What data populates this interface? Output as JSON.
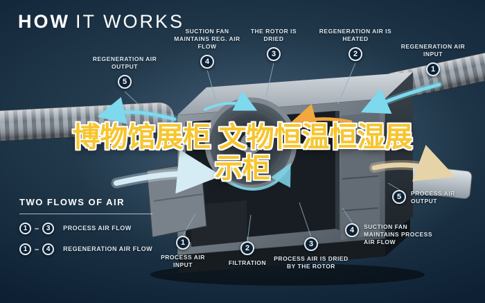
{
  "title": {
    "word1": "HOW",
    "word2": "IT WORKS"
  },
  "overlay_text": {
    "line1": "博物馆展柜 文物恒温恒湿展",
    "line2": "示柜"
  },
  "callouts": [
    {
      "num": "5",
      "label": "REGENERATION AIR OUTPUT"
    },
    {
      "num": "4",
      "label": "SUCTION FAN MAINTAINS REG. AIR FLOW"
    },
    {
      "num": "3",
      "label": "THE ROTOR IS DRIED"
    },
    {
      "num": "2",
      "label": "REGENERATION AIR IS HEATED"
    },
    {
      "num": "1",
      "label": "REGENERATION AIR INPUT"
    },
    {
      "num": "1",
      "label": "PROCESS AIR INPUT"
    },
    {
      "num": "2",
      "label": "FILTRATION"
    },
    {
      "num": "3",
      "label": "PROCESS AIR IS DRIED BY THE ROTOR"
    },
    {
      "num": "4",
      "label": "SUCTION FAN MAINTAINS PROCESS AIR FLOW"
    },
    {
      "num": "5",
      "label": "PROCESS AIR OUTPUT"
    }
  ],
  "legend": {
    "heading": "TWO FLOWS OF AIR",
    "rows": [
      {
        "from": "1",
        "to": "3",
        "separator": "–",
        "label": "PROCESS AIR FLOW"
      },
      {
        "from": "1",
        "to": "4",
        "separator": "–",
        "label": "REGENERATION AIR FLOW"
      }
    ]
  },
  "colors": {
    "background": "#0e2134",
    "accent_cyan": "#7fd9ee",
    "accent_amber": "#f2a83e",
    "accent_tan": "#e7d3a8",
    "overlay_yellow": "#f6c52f",
    "badge_fill": "#0c2133",
    "badge_border": "#e4edf5"
  }
}
